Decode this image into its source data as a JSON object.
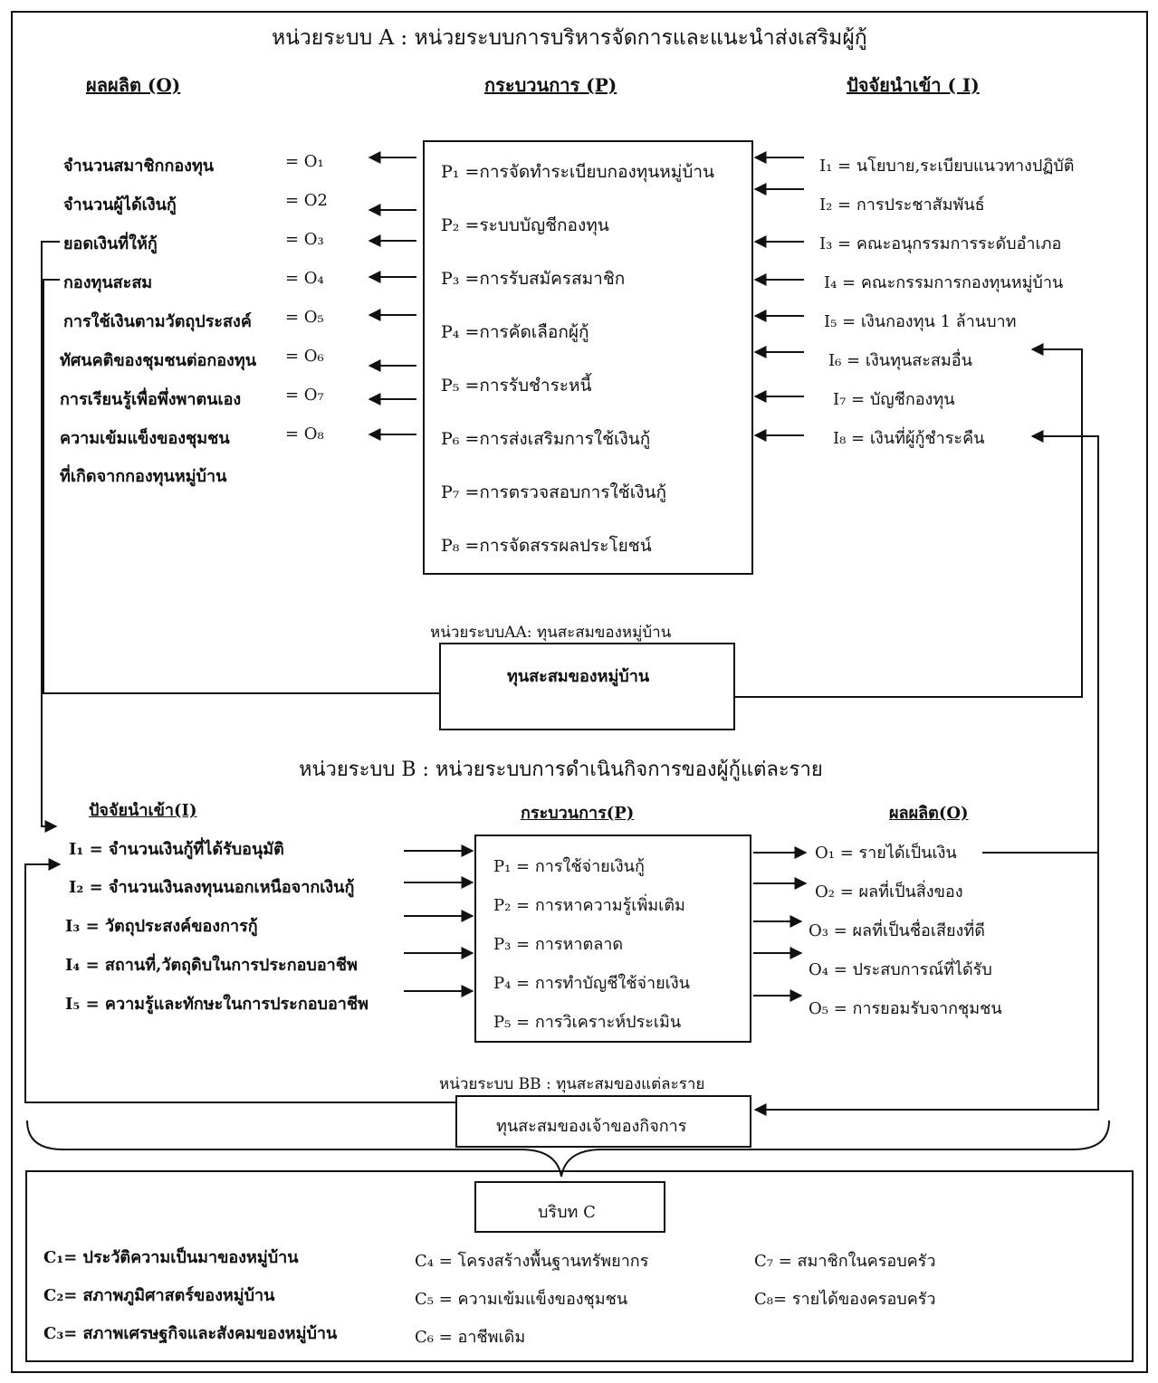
{
  "unit_a": {
    "title": "หน่วยระบบ A : หน่วยระบบการบริหารจัดการและแนะนำส่งเสริมผู้กู้",
    "output_header": "ผลผลิต (O)",
    "process_header": "กระบวนการ (P)",
    "input_header": "ปัจจัยนำเข้า ( I)",
    "outputs": [
      {
        "label": "จำนวนสมาชิกกองทุน",
        "code": "= O₁"
      },
      {
        "label": "จำนวนผู้ได้เงินกู้",
        "code": "= O2"
      },
      {
        "label": "ยอดเงินที่ให้กู้",
        "code": "= O₃"
      },
      {
        "label": "กองทุนสะสม",
        "code": "= O₄"
      },
      {
        "label": "การใช้เงินตามวัตถุประสงค์",
        "code": "= O₅"
      },
      {
        "label": "ทัศนคติของชุมชนต่อกองทุน",
        "code": "= O₆"
      },
      {
        "label": "การเรียนรู้เพื่อพึ่งพาตนเอง",
        "code": "= O₇"
      },
      {
        "label": "ความเข้มแข็งของชุมชน",
        "code": "= O₈"
      }
    ],
    "output_extra": "ที่เกิดจากกองทุนหมู่บ้าน",
    "processes": [
      "P₁ =การจัดทำระเบียบกองทุนหมู่บ้าน",
      "P₂ =ระบบบัญชีกองทุน",
      "P₃ =การรับสมัครสมาชิก",
      "P₄ =การคัดเลือกผู้กู้",
      "P₅ =การรับชำระหนี้",
      "P₆ =การส่งเสริมการใช้เงินกู้",
      "P₇ =การตรวจสอบการใช้เงินกู้",
      "P₈ =การจัดสรรผลประโยชน์"
    ],
    "inputs": [
      "I₁ = นโยบาย,ระเบียบแนวทางปฏิบัติ",
      "I₂ = การประชาสัมพันธ์",
      "I₃ = คณะอนุกรรมการระดับอำเภอ",
      "I₄ = คณะกรรมการกองทุนหมู่บ้าน",
      "I₅ = เงินกองทุน 1 ล้านบาท",
      "I₆ = เงินทุนสะสมอื่น",
      "I₇ = บัญชีกองทุน",
      "I₈ = เงินที่ผู้กู้ชำระคืน"
    ]
  },
  "unit_aa": {
    "title": "หน่วยระบบAA: ทุนสะสมของหมู่บ้าน",
    "box_label": "ทุนสะสมของหมู่บ้าน"
  },
  "unit_b": {
    "title": "หน่วยระบบ B : หน่วยระบบการดำเนินกิจการของผู้กู้แต่ละราย",
    "input_header": "ปัจจัยนำเข้า(I)",
    "process_header": "กระบวนการ(P)",
    "output_header": "ผลผลิต(O)",
    "inputs": [
      "I₁ = จำนวนเงินกู้ที่ได้รับอนุมัติ",
      "I₂ = จำนวนเงินลงทุนนอกเหนือจากเงินกู้",
      "I₃ = วัตถุประสงค์ของการกู้",
      "I₄ = สถานที่,วัตถุดิบในการประกอบอาชีพ",
      "I₅ = ความรู้และทักษะในการประกอบอาชีพ"
    ],
    "processes": [
      "P₁ = การใช้จ่ายเงินกู้",
      "P₂ = การหาความรู้เพิ่มเติม",
      "P₃ = การหาตลาด",
      "P₄ = การทำบัญชีใช้จ่ายเงิน",
      "P₅ = การวิเคราะห์ประเมิน"
    ],
    "outputs": [
      "O₁ = รายได้เป็นเงิน",
      "O₂ = ผลที่เป็นสิ่งของ",
      "O₃ = ผลที่เป็นชื่อเสียงที่ดี",
      "O₄ = ประสบการณ์ที่ได้รับ",
      "O₅ = การยอมรับจากชุมชน"
    ]
  },
  "unit_bb": {
    "title": "หน่วยระบบ BB : ทุนสะสมของแต่ละราย",
    "box_label": "ทุนสะสมของเจ้าของกิจการ"
  },
  "context": {
    "title": "บริบท C",
    "col1": [
      "C₁= ประวัติความเป็นมาของหมู่บ้าน",
      "C₂= สภาพภูมิศาสตร์ของหมู่บ้าน",
      "C₃= สภาพเศรษฐกิจและสังคมของหมู่บ้าน"
    ],
    "col2": [
      "C₄ = โครงสร้างพื้นฐานทรัพยากร",
      "C₅ = ความเข้มแข็งของชุมชน",
      "C₆ = อาชีพเดิม"
    ],
    "col3": [
      "C₇ = สมาชิกในครอบครัว",
      "C₈= รายได้ของครอบครัว"
    ]
  }
}
